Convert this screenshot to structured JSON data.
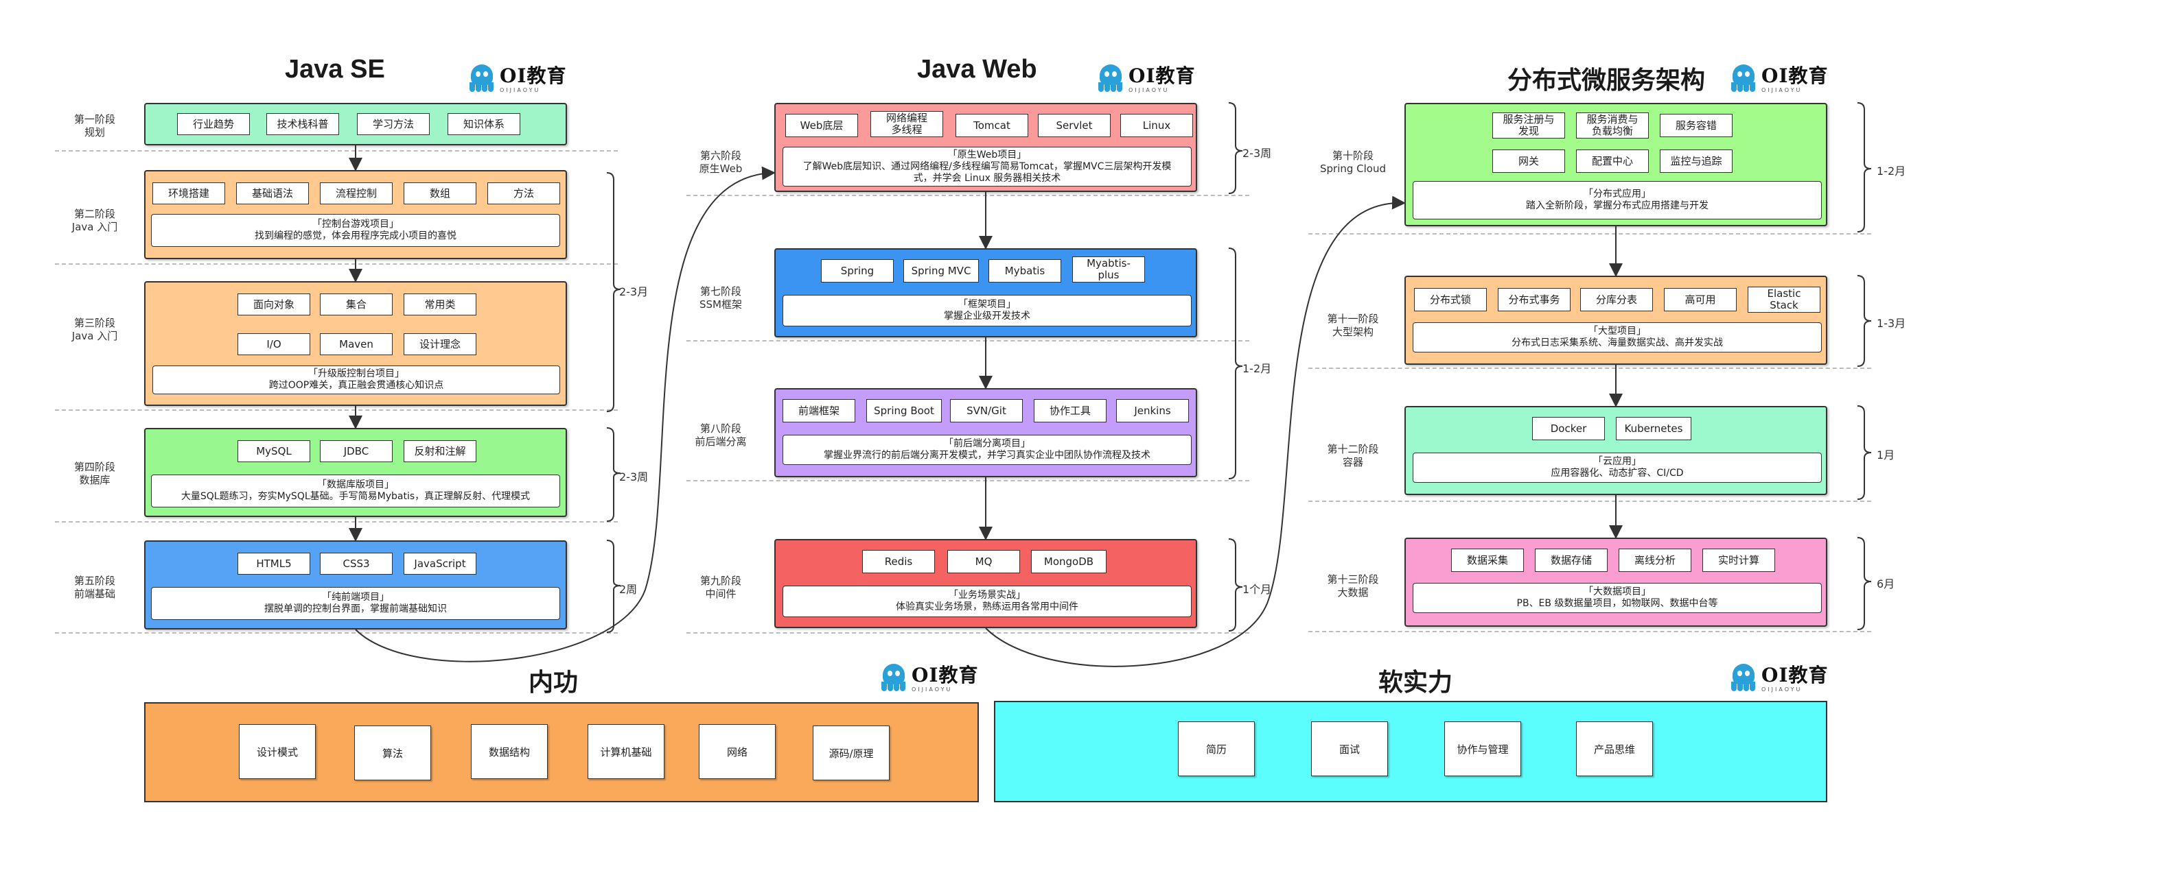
{
  "logo": {
    "text": "OI教育",
    "sub": "OIJIAOYU"
  },
  "titles": {
    "javase": "Java SE",
    "javaweb": "Java Web",
    "dist": "分布式微服务架构",
    "neigong": "内功",
    "soft": "软实力"
  },
  "col1": {
    "s1": {
      "label": [
        "第一阶段",
        "规划"
      ],
      "chips": [
        "行业趋势",
        "技术栈科普",
        "学习方法",
        "知识体系"
      ]
    },
    "s2": {
      "label": [
        "第二阶段",
        "Java 入门"
      ],
      "chips": [
        "环境搭建",
        "基础语法",
        "流程控制",
        "数组",
        "方法"
      ],
      "proj": [
        "「控制台游戏项目」",
        "找到编程的感觉，体会用程序完成小项目的喜悦"
      ]
    },
    "s3": {
      "label": [
        "第三阶段",
        "Java 入门"
      ],
      "chips": [
        "面向对象",
        "集合",
        "常用类",
        "I/O",
        "Maven",
        "设计理念"
      ],
      "proj": [
        "「升级版控制台项目」",
        "跨过OOP难关，真正融会贯通核心知识点"
      ]
    },
    "s4": {
      "label": [
        "第四阶段",
        "数据库"
      ],
      "chips": [
        "MySQL",
        "JDBC",
        "反射和注解"
      ],
      "proj": [
        "「数据库版项目」",
        "大量SQL题练习，夯实MySQL基础。手写简易Mybatis，真正理解反射、代理模式"
      ]
    },
    "s5": {
      "label": [
        "第五阶段",
        "前端基础"
      ],
      "chips": [
        "HTML5",
        "CSS3",
        "JavaScript"
      ],
      "proj": [
        "「纯前端项目」",
        "摆脱单调的控制台界面，掌握前端基础知识"
      ]
    },
    "dur1": "2-3月",
    "dur2": "2-3周",
    "dur3": "2周"
  },
  "col2": {
    "s6": {
      "label": [
        "第六阶段",
        "原生Web"
      ],
      "chips": [
        "Web底层",
        "网络编程\n多线程",
        "Tomcat",
        "Servlet",
        "Linux"
      ],
      "proj": [
        "「原生Web项目」",
        "了解Web底层知识、通过网络编程/多线程编写简易Tomcat，掌握MVC三层架构开发模",
        "式，并学会 Linux 服务器相关技术"
      ]
    },
    "s7": {
      "label": [
        "第七阶段",
        "SSM框架"
      ],
      "chips": [
        "Spring",
        "Spring MVC",
        "Mybatis",
        "Myabtis-\nplus"
      ],
      "proj": [
        "「框架项目」",
        "掌握企业级开发技术"
      ]
    },
    "s8": {
      "label": [
        "第八阶段",
        "前后端分离"
      ],
      "chips": [
        "前端框架",
        "Spring Boot",
        "SVN/Git",
        "协作工具",
        "Jenkins"
      ],
      "proj": [
        "「前后端分离项目」",
        "掌握业界流行的前后端分离开发模式，并学习真实企业中团队协作流程及技术"
      ]
    },
    "s9": {
      "label": [
        "第九阶段",
        "中间件"
      ],
      "chips": [
        "Redis",
        "MQ",
        "MongoDB"
      ],
      "proj": [
        "「业务场景实战」",
        "体验真实业务场景，熟练运用各常用中间件"
      ]
    },
    "dur1": "2-3周",
    "dur2": "1-2月",
    "dur3": "1个月"
  },
  "col3": {
    "s10": {
      "label": [
        "第十阶段",
        "Spring Cloud"
      ],
      "chips": [
        "服务注册与\n发现",
        "服务消费与\n负载均衡",
        "服务容错",
        "网关",
        "配置中心",
        "监控与追踪"
      ],
      "proj": [
        "「分布式应用」",
        "踏入全新阶段，掌握分布式应用搭建与开发"
      ]
    },
    "s11": {
      "label": [
        "第十一阶段",
        "大型架构"
      ],
      "chips": [
        "分布式锁",
        "分布式事务",
        "分库分表",
        "高可用",
        "Elastic\nStack"
      ],
      "proj": [
        "「大型项目」",
        "分布式日志采集系统、海量数据实战、高并发实战"
      ]
    },
    "s12": {
      "label": [
        "第十二阶段",
        "容器"
      ],
      "chips": [
        "Docker",
        "Kubernetes"
      ],
      "proj": [
        "「云应用」",
        "应用容器化、动态扩容、CI/CD"
      ]
    },
    "s13": {
      "label": [
        "第十三阶段",
        "大数据"
      ],
      "chips": [
        "数据采集",
        "数据存储",
        "离线分析",
        "实时计算"
      ],
      "proj": [
        "「大数据项目」",
        "PB、EB 级数据量项目，如物联网、数据中台等"
      ]
    },
    "dur1": "1-2月",
    "dur2": "1-3月",
    "dur3": "1月",
    "dur4": "6月"
  },
  "neigong": [
    "设计模式",
    "算法",
    "数据结构",
    "计算机基础",
    "网络",
    "源码/原理"
  ],
  "soft": [
    "简历",
    "面试",
    "协作与管理",
    "产品思维"
  ],
  "colors": {
    "mint": "#a0f5c8",
    "orange": "#ffc98f",
    "green": "#98f78e",
    "blue": "#56a3f5",
    "pink": "#fa9a9a",
    "blue2": "#3c94f2",
    "purple": "#c49cfa",
    "red": "#f56262",
    "lime": "#a2fb8a",
    "teal": "#9cf9cd",
    "pinkish": "#fa9dd0",
    "ngorange": "#faa95a",
    "cyan": "#5cfdfd"
  }
}
